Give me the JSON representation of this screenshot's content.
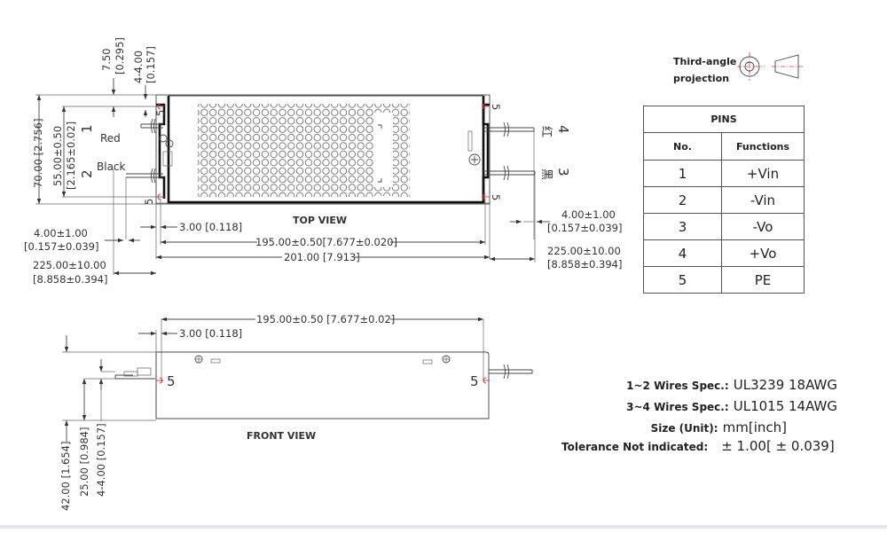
{
  "projection": {
    "line1": "Third-angle",
    "line2": "projection",
    "symbol": "third-angle-projection-symbol"
  },
  "top_view": {
    "title": "TOP VIEW",
    "wire_labels": {
      "pin1_color": "Red",
      "pin2_color": "Black",
      "pin4_color_cn": "红",
      "pin3_color_cn": "黑"
    },
    "pin_labels": {
      "p1": "1",
      "p2": "2",
      "p3": "3",
      "p4": "4",
      "p5": "5"
    },
    "dims": {
      "offset_top": "7.50",
      "offset_top_in": "[0.295]",
      "hole": "4-4.00",
      "hole_in": "[0.157]",
      "height_total": "70.00 [2.756]",
      "mount_pitch": "55.00±0.50",
      "mount_pitch_in": "[2.165±0.02]",
      "edge_offset": "3.00 [0.118]",
      "mount_length": "195.00±0.50[7.677±0.020]",
      "length_total": "201.00 [7.913]",
      "strip_left": "4.00±1.00",
      "strip_left_in": "[0.157±0.039]",
      "wire_left": "225.00±10.00",
      "wire_left_in": "[8.858±0.394]",
      "strip_right": "4.00±1.00",
      "strip_right_in": "[0.157±0.039]",
      "wire_right": "225.00±10.00",
      "wire_right_in": "[8.858±0.394]"
    }
  },
  "front_view": {
    "title": "FRONT VIEW",
    "pin_left": "5",
    "pin_right": "5",
    "dims": {
      "mount_length": "195.00±0.50 [7.677±0.02]",
      "edge_offset": "3.00 [0.118]",
      "height_total": "42.00 [1.654]",
      "hole_height": "25.00 [0.984]",
      "hole": "4-4.00 [0.157]"
    }
  },
  "pins_table": {
    "title": "PINS",
    "col_no": "No.",
    "col_func": "Functions",
    "rows": [
      {
        "no": "1",
        "func": "+Vin"
      },
      {
        "no": "2",
        "func": "-Vin"
      },
      {
        "no": "3",
        "func": "-Vo"
      },
      {
        "no": "4",
        "func": "+Vo"
      },
      {
        "no": "5",
        "func": "PE"
      }
    ]
  },
  "specs": {
    "wires_12_label": "1~2 Wires Spec.:",
    "wires_12_value": "UL3239 18AWG",
    "wires_34_label": "3~4 Wires Spec.:",
    "wires_34_value": "UL1015 14AWG",
    "size_label": "Size (Unit):",
    "size_value": "mm[inch]",
    "tolerance_label": "Tolerance Not indicated:",
    "tolerance_value": "± 1.00[ ± 0.039]"
  },
  "colors": {
    "line": "#444444",
    "outline": "#111111",
    "pin_marker": "#dd3333",
    "table_border": "#555555"
  }
}
